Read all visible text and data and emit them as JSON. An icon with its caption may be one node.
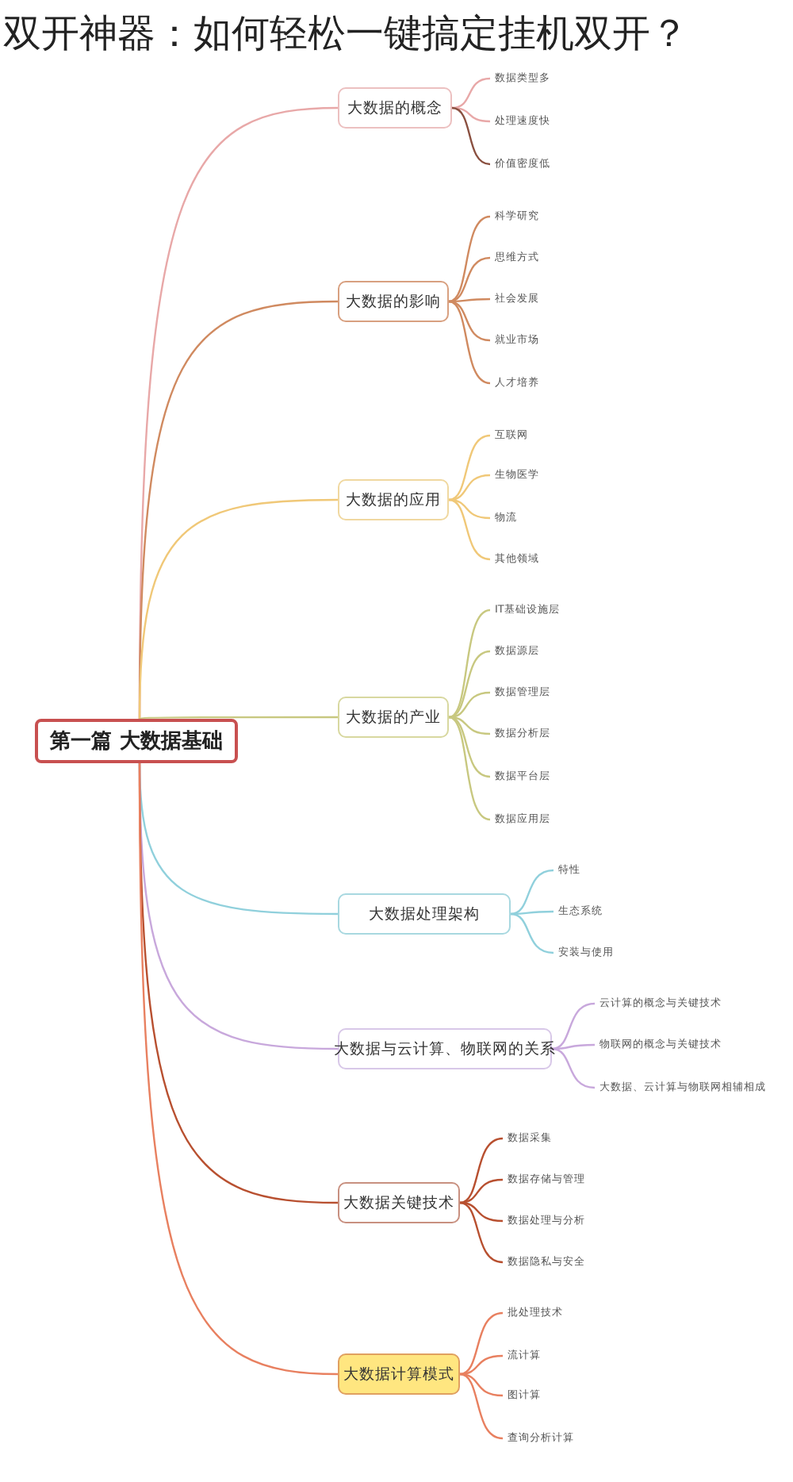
{
  "diagram": {
    "title": "双开神器：如何轻松一键搞定挂机双开？",
    "nodes": [
      {
        "text": [
          "第一篇 大数据基础"
        ]
      },
      {
        "text": [
          "大数据的概念"
        ]
      },
      {
        "text": [
          "数据类型多"
        ]
      },
      {
        "text": [
          "处理速度快"
        ]
      },
      {
        "text": [
          "价值密度低"
        ]
      },
      {
        "text": [
          "大数据的影响"
        ]
      },
      {
        "text": [
          "科学研究"
        ]
      },
      {
        "text": [
          "思维方式"
        ]
      },
      {
        "text": [
          "社会发展"
        ]
      },
      {
        "text": [
          "就业市场"
        ]
      },
      {
        "text": [
          "人才培养"
        ]
      },
      {
        "text": [
          "大数据的应用"
        ]
      },
      {
        "text": [
          "互联网"
        ]
      },
      {
        "text": [
          "生物医学"
        ]
      },
      {
        "text": [
          "物流"
        ]
      },
      {
        "text": [
          "其他领域"
        ]
      },
      {
        "text": [
          "大数据的产业"
        ]
      },
      {
        "text": [
          "IT基础设施层"
        ]
      },
      {
        "text": [
          "数据源层"
        ]
      },
      {
        "text": [
          "数据管理层"
        ]
      },
      {
        "text": [
          "数据分析层"
        ]
      },
      {
        "text": [
          "数据平台层"
        ]
      },
      {
        "text": [
          "数据应用层"
        ]
      },
      {
        "text": [
          "大数据处理架构"
        ]
      },
      {
        "text": [
          "特性"
        ]
      },
      {
        "text": [
          "生态系统"
        ]
      },
      {
        "text": [
          "安装与使用"
        ]
      },
      {
        "text": [
          "大数据与云计算、物联网的关系"
        ]
      },
      {
        "text": [
          "云计算的概念与关键技术"
        ]
      },
      {
        "text": [
          "物联网的概念与关键技术"
        ]
      },
      {
        "text": [
          "大数据、云计算与物联网相辅相成"
        ]
      },
      {
        "text": [
          "大数据关键技术"
        ]
      },
      {
        "text": [
          "数据采集"
        ]
      },
      {
        "text": [
          "数据存储与管理"
        ]
      },
      {
        "text": [
          "数据处理与分析"
        ]
      },
      {
        "text": [
          "数据隐私与安全"
        ]
      },
      {
        "text": [
          "大数据计算模式"
        ]
      },
      {
        "text": [
          "批处理技术"
        ]
      },
      {
        "text": [
          "流计算"
        ]
      },
      {
        "text": [
          "图计算"
        ]
      },
      {
        "text": [
          "查询分析计算"
        ]
      }
    ],
    "edges": [
      {
        "from": 0,
        "to": 1,
        "arrow": "none",
        "color": "#e8a8a8"
      },
      {
        "from": 1,
        "to": 2,
        "arrow": "none",
        "color": "#e8a8a8"
      },
      {
        "from": 1,
        "to": 3,
        "arrow": "none",
        "color": "#e8a8a8"
      },
      {
        "from": 1,
        "to": 4,
        "arrow": "none",
        "color": "#8a5040"
      },
      {
        "from": 0,
        "to": 5,
        "arrow": "none",
        "color": "#d08a60"
      },
      {
        "from": 5,
        "to": 6,
        "arrow": "none",
        "color": "#d08a60"
      },
      {
        "from": 5,
        "to": 7,
        "arrow": "none",
        "color": "#d08a60"
      },
      {
        "from": 5,
        "to": 8,
        "arrow": "none",
        "color": "#d08a60"
      },
      {
        "from": 5,
        "to": 9,
        "arrow": "none",
        "color": "#d08a60"
      },
      {
        "from": 5,
        "to": 10,
        "arrow": "none",
        "color": "#d08a60"
      },
      {
        "from": 0,
        "to": 11,
        "arrow": "none",
        "color": "#f0c878"
      },
      {
        "from": 11,
        "to": 12,
        "arrow": "none",
        "color": "#f0c878"
      },
      {
        "from": 11,
        "to": 13,
        "arrow": "none",
        "color": "#f0c878"
      },
      {
        "from": 11,
        "to": 14,
        "arrow": "none",
        "color": "#f0c878"
      },
      {
        "from": 11,
        "to": 15,
        "arrow": "none",
        "color": "#f0c878"
      },
      {
        "from": 0,
        "to": 16,
        "arrow": "none",
        "color": "#c8c880"
      },
      {
        "from": 16,
        "to": 17,
        "arrow": "none",
        "color": "#c8c880"
      },
      {
        "from": 16,
        "to": 18,
        "arrow": "none",
        "color": "#c8c880"
      },
      {
        "from": 16,
        "to": 19,
        "arrow": "none",
        "color": "#c8c880"
      },
      {
        "from": 16,
        "to": 20,
        "arrow": "none",
        "color": "#c8c880"
      },
      {
        "from": 16,
        "to": 21,
        "arrow": "none",
        "color": "#c8c880"
      },
      {
        "from": 16,
        "to": 22,
        "arrow": "none",
        "color": "#c8c880"
      },
      {
        "from": 0,
        "to": 23,
        "arrow": "none",
        "color": "#90d0dc"
      },
      {
        "from": 23,
        "to": 24,
        "arrow": "none",
        "color": "#90d0dc"
      },
      {
        "from": 23,
        "to": 25,
        "arrow": "none",
        "color": "#90d0dc"
      },
      {
        "from": 23,
        "to": 26,
        "arrow": "none",
        "color": "#90d0dc"
      },
      {
        "from": 0,
        "to": 27,
        "arrow": "none",
        "color": "#c8a8dc"
      },
      {
        "from": 27,
        "to": 28,
        "arrow": "none",
        "color": "#c8a8dc"
      },
      {
        "from": 27,
        "to": 29,
        "arrow": "none",
        "color": "#c8a8dc"
      },
      {
        "from": 27,
        "to": 30,
        "arrow": "none",
        "color": "#c8a8dc"
      },
      {
        "from": 0,
        "to": 31,
        "arrow": "none",
        "color": "#b85030"
      },
      {
        "from": 31,
        "to": 32,
        "arrow": "none",
        "color": "#b85030"
      },
      {
        "from": 31,
        "to": 33,
        "arrow": "none",
        "color": "#b85030"
      },
      {
        "from": 31,
        "to": 34,
        "arrow": "none",
        "color": "#b85030"
      },
      {
        "from": 31,
        "to": 35,
        "arrow": "none",
        "color": "#b85030"
      },
      {
        "from": 0,
        "to": 36,
        "arrow": "none",
        "color": "#e88060"
      },
      {
        "from": 36,
        "to": 37,
        "arrow": "none",
        "color": "#e88060"
      },
      {
        "from": 36,
        "to": 38,
        "arrow": "none",
        "color": "#e88060"
      },
      {
        "from": 36,
        "to": 39,
        "arrow": "none",
        "color": "#e88060"
      },
      {
        "from": 36,
        "to": 40,
        "arrow": "none",
        "color": "#e88060"
      }
    ]
  }
}
